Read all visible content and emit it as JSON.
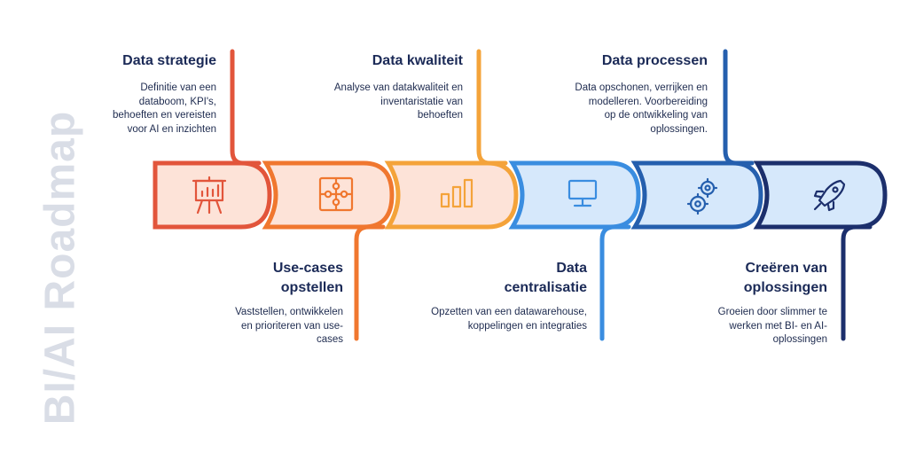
{
  "page_title": "BI/AI Roadmap",
  "colors": {
    "step1": "#e2553b",
    "step2": "#f0772f",
    "step3": "#f4a33a",
    "step4": "#3a8de0",
    "step5": "#255fae",
    "step6": "#1c2f6c",
    "fill_warm": "#fde3d8",
    "fill_cool": "#d6e8fb"
  },
  "steps": [
    {
      "title": "Data strategie",
      "description": "Definitie van een databoom, KPI's, behoeften en vereisten voor AI en inzichten",
      "icon": "presentation-chart-icon"
    },
    {
      "title": "Use-cases opstellen",
      "description": "Vaststellen, ontwikkelen en prioriteren van use-cases",
      "icon": "puzzle-icon"
    },
    {
      "title": "Data kwaliteit",
      "description": "Analyse van datakwaliteit en inventaristatie van behoeften",
      "icon": "bar-chart-icon"
    },
    {
      "title": "Data centralisatie",
      "description": "Opzetten van een datawarehouse, koppelingen en integraties",
      "icon": "monitor-icon"
    },
    {
      "title": "Data processen",
      "description": "Data opschonen, verrijken en modelleren. Voorbereiding op de ontwikkeling van oplossingen.",
      "icon": "gears-icon"
    },
    {
      "title": "Creëren van oplossingen",
      "description": "Groeien door slimmer te werken met BI- en AI-oplossingen",
      "icon": "rocket-icon"
    }
  ]
}
